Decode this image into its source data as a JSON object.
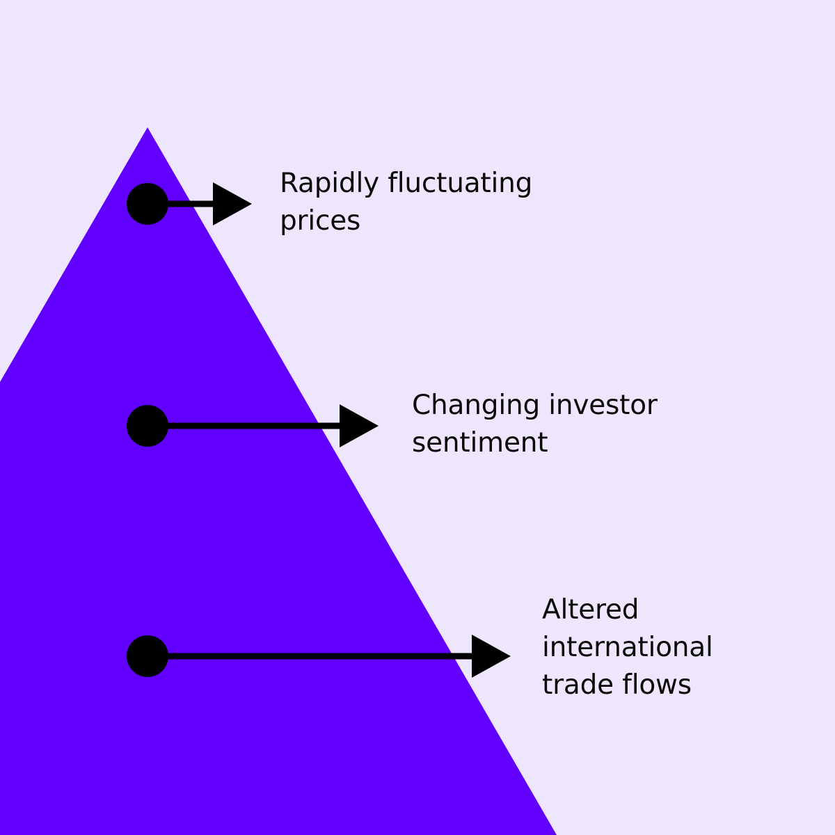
{
  "colors": {
    "background": "#EEE6FC",
    "pyramid": "#6200FF",
    "connector": "#000000",
    "text": "#0A0A0A"
  },
  "items": [
    {
      "lines": [
        "Rapidly fluctuating",
        "prices"
      ]
    },
    {
      "lines": [
        "Changing investor",
        "sentiment"
      ]
    },
    {
      "lines": [
        "Altered",
        "international",
        "trade flows"
      ]
    }
  ]
}
